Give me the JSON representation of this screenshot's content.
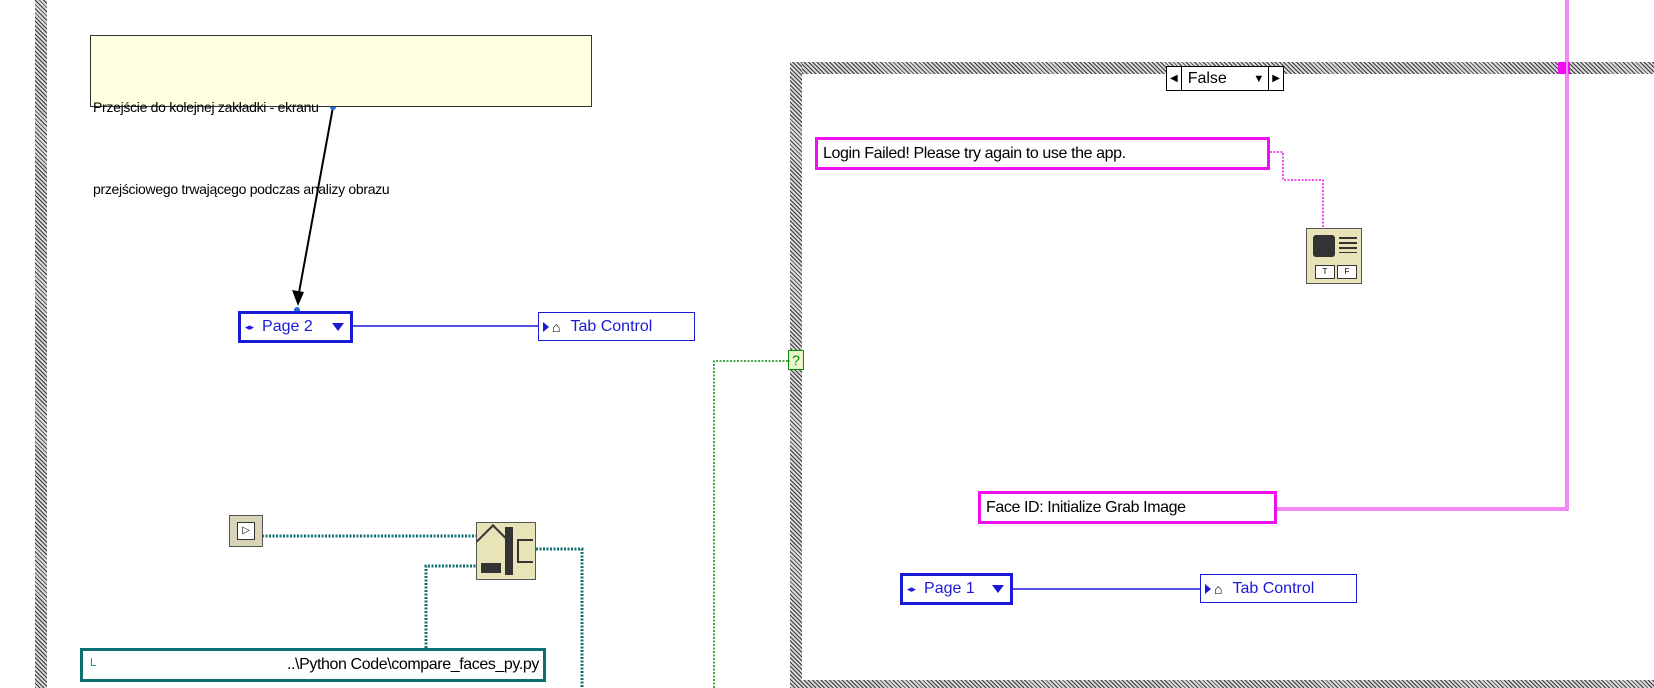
{
  "comment": {
    "line1": "Przejście do kolejnej zakładki - ekranu",
    "line2": "przejściowego trwającego podczas analizy obrazu"
  },
  "enum_page2": {
    "label": "Page 2"
  },
  "enum_page1": {
    "label": "Page 1"
  },
  "local_tab_control_1": {
    "label": "Tab Control"
  },
  "local_tab_control_2": {
    "label": "Tab Control"
  },
  "case_structure": {
    "selector_value": "False",
    "selector_terminal": "?"
  },
  "login_failed_string": {
    "text": "Login Failed! Please try again to use the app."
  },
  "face_id_string": {
    "text": "Face ID: Initialize Grab Image"
  },
  "python_path": {
    "text": "..\\Python Code\\compare_faces_py.py"
  },
  "colors": {
    "enum_blue": "#1a1ad6",
    "string_pink": "#ee10ee",
    "path_teal": "#0c7070",
    "wire_green": "#0a8a0a"
  },
  "icons": [
    "dialog-two-button-icon",
    "python-session-icon",
    "python-node-icon",
    "path-icon",
    "house-icon"
  ]
}
